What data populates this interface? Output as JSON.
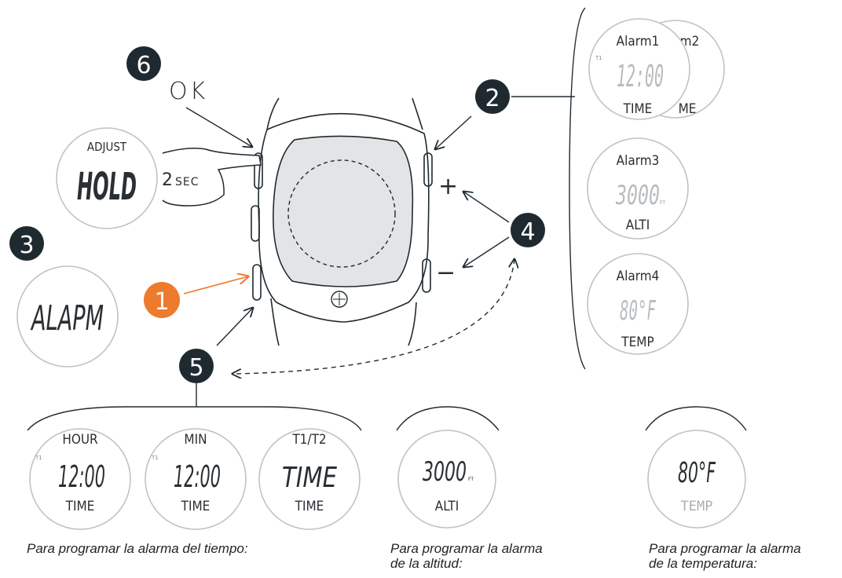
{
  "steps": {
    "s1": "1",
    "s2": "2",
    "s3": "3",
    "s4": "4",
    "s5": "5",
    "s6": "6"
  },
  "ok_label": "OK",
  "plus_label": "+",
  "minus_label": "−",
  "hold": {
    "title": "ADJUST",
    "value": "HOLD",
    "press_prefix": "2",
    "press_unit": "SEC"
  },
  "alarm_display": "ALAPM",
  "right_panel": {
    "alarm12": {
      "back_label": "m2",
      "back_bottom": "ME",
      "title": "Alarm1",
      "side": "T1",
      "value": "12:00",
      "bottom": "TIME"
    },
    "alarm3": {
      "title": "Alarm3",
      "value": "3000",
      "unit": "FT",
      "bottom": "ALTI"
    },
    "alarm4": {
      "title": "Alarm4",
      "value": "80°F",
      "bottom": "TEMP"
    }
  },
  "bottom_dials": {
    "hour": {
      "title": "HOUR",
      "side": "T1",
      "value": "12:00",
      "bottom": "TIME"
    },
    "min": {
      "title": "MIN",
      "side": "T1",
      "value": "12:00",
      "bottom": "TIME"
    },
    "t1t2": {
      "title": "T1/T2",
      "value": "TIME",
      "bottom": "TIME"
    },
    "alti": {
      "value": "3000",
      "unit": "FT",
      "bottom": "ALTI"
    },
    "temp": {
      "value": "80°F",
      "bottom": "TEMP"
    }
  },
  "captions": {
    "time": "Para programar la alarma del tiempo:",
    "alti_l1": "Para programar la alarma",
    "alti_l2": "de la altitud:",
    "temp_l1": "Para programar la alarma",
    "temp_l2": "de la temperatura:"
  },
  "colors": {
    "dark": "#1e2a30",
    "accent": "#ee7a2e",
    "ring": "#bfc3c6",
    "screen": "#e3e4e5"
  }
}
